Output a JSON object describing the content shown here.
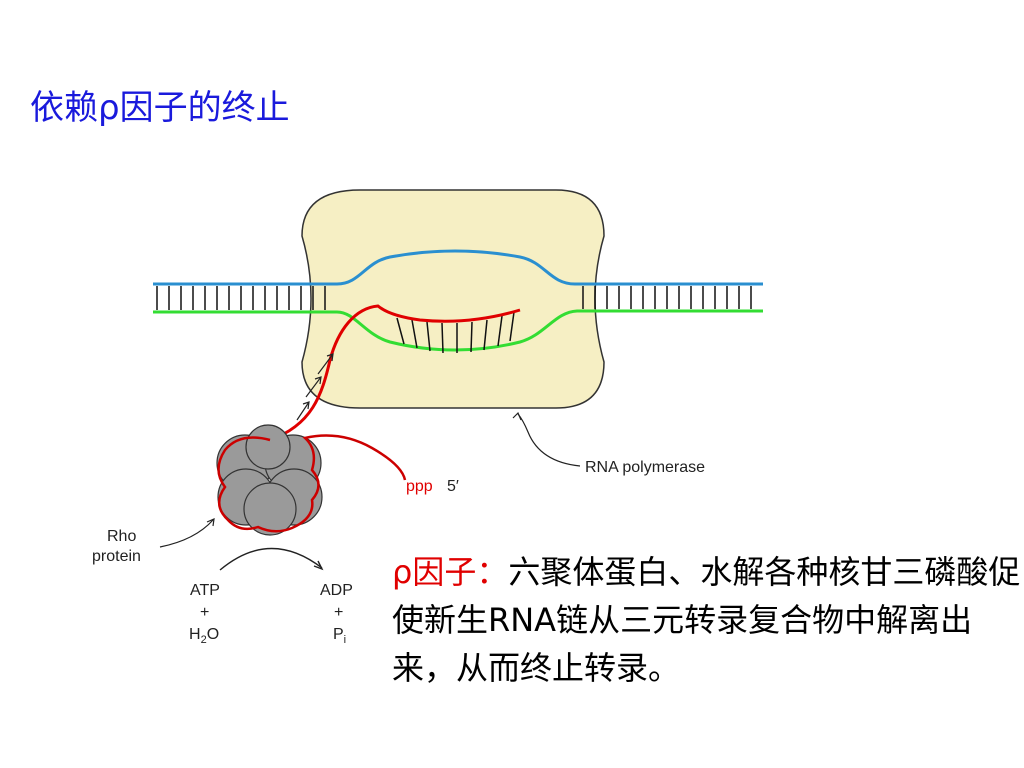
{
  "title": "依赖ρ因子的终止",
  "diagram": {
    "rna_polymerase_label": "RNA polymerase",
    "rna_5prime_label": "ppp",
    "rna_5prime_end": "5′",
    "rho_label_line1": "Rho",
    "rho_label_line2": "protein",
    "atp": "ATP",
    "plus": "+",
    "water_h": "H",
    "water_sub": "2",
    "water_o": "O",
    "adp": "ADP",
    "pi_p": "P",
    "pi_sub": "i",
    "colors": {
      "template_strand": "#2a8fd0",
      "coding_strand": "#33dd33",
      "rna": "#e00000",
      "polymerase_fill": "#f6efc4",
      "rho_fill": "#9a9a9a"
    }
  },
  "description": {
    "label": "ρ因子：",
    "text": "六聚体蛋白、水解各种核甘三磷酸促使新生RNA链从三元转录复合物中解离出来，从而终止转录。"
  }
}
